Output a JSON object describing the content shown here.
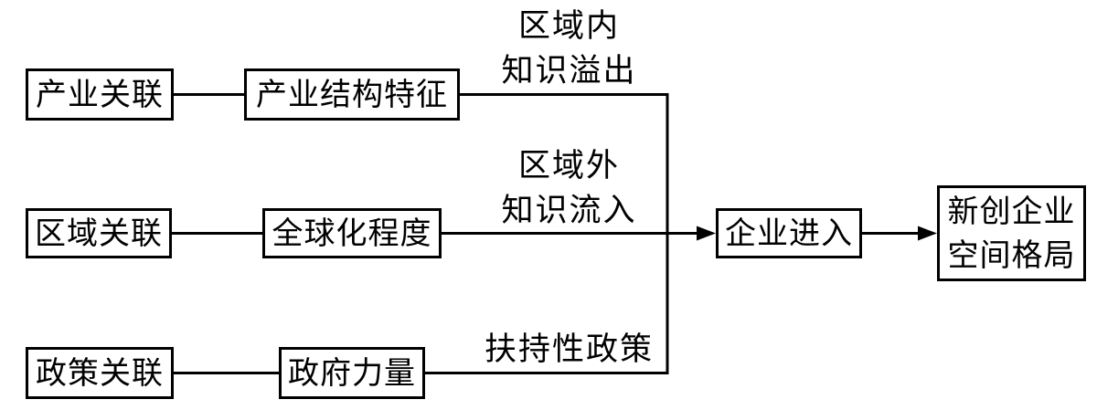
{
  "colors": {
    "background": "#ffffff",
    "line": "#000000",
    "text": "#000000",
    "box_fill": "#ffffff"
  },
  "nodes": {
    "industry_linkage": {
      "label": "产业关联"
    },
    "industrial_structure": {
      "label": "产业结构特征"
    },
    "region_linkage": {
      "label": "区域关联"
    },
    "globalization": {
      "label": "全球化程度"
    },
    "policy_linkage": {
      "label": "政策关联"
    },
    "government_power": {
      "label": "政府力量"
    },
    "firm_entry": {
      "label": "企业进入"
    },
    "new_venture_pattern": {
      "label_line1": "新创企业",
      "label_line2": "空间格局"
    }
  },
  "edge_labels": {
    "intra_regional": {
      "line1": "区域内",
      "line2": "知识溢出"
    },
    "extra_regional": {
      "line1": "区域外",
      "line2": "知识流入"
    },
    "supportive_policy": {
      "label": "扶持性政策"
    }
  },
  "edges": [
    {
      "from": "产业关联",
      "to": "产业结构特征",
      "arrow": false
    },
    {
      "from": "区域关联",
      "to": "全球化程度",
      "arrow": false
    },
    {
      "from": "政策关联",
      "to": "政府力量",
      "arrow": false
    },
    {
      "from": "产业结构特征",
      "to": "企业进入",
      "label": "区域内知识溢出",
      "arrow": true
    },
    {
      "from": "全球化程度",
      "to": "企业进入",
      "label": "区域外知识流入",
      "arrow": true
    },
    {
      "from": "政府力量",
      "to": "企业进入",
      "label": "扶持性政策",
      "arrow": true
    },
    {
      "from": "企业进入",
      "to": "新创企业空间格局",
      "arrow": true
    }
  ]
}
